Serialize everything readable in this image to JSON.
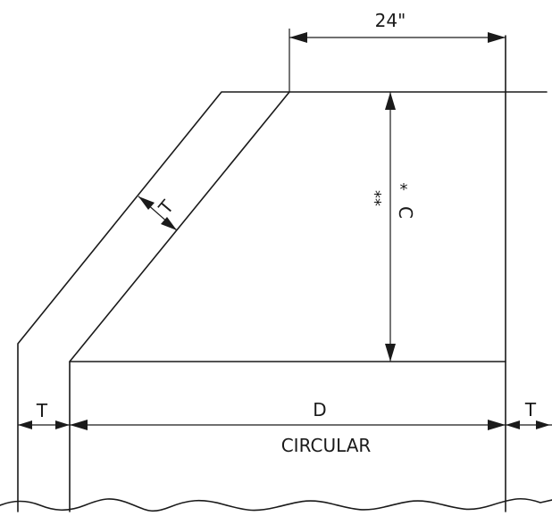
{
  "labels": {
    "top_dimension": "24\"",
    "wall_thickness_slope": "T",
    "height_primary": "C",
    "height_star_single": "*",
    "height_star_double": "**",
    "diameter": "D",
    "shape_note": "CIRCULAR",
    "wall_thickness_left": "T",
    "wall_thickness_right": "T"
  },
  "colors": {
    "line": "#1a1a1a",
    "background": "#ffffff"
  }
}
